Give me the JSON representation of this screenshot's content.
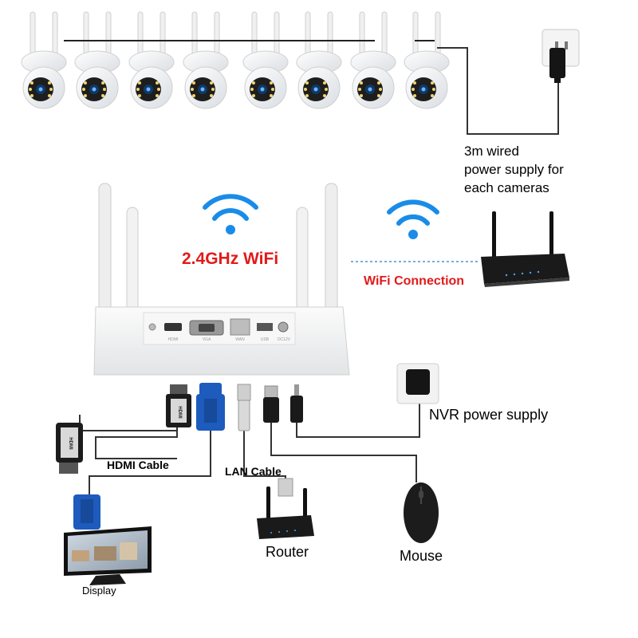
{
  "colors": {
    "wifi": "#1a8ce8",
    "red": "#e21a1a",
    "text": "#111111",
    "wire": "#333333",
    "vga_blue": "#1d5bbd"
  },
  "labels": {
    "wired_power_line1": "3m wired",
    "wired_power_line2": "power supply for",
    "wired_power_line3": "each cameras",
    "wifi_band": "2.4GHz WiFi",
    "wifi_connection": "WiFi Connection",
    "nvr_power": "NVR power supply",
    "hdmi_cable": "HDMI Cable",
    "lan_cable": "LAN Cable",
    "router": "Router",
    "mouse": "Mouse",
    "display": "Display"
  },
  "nvr_ports": [
    "HDMI",
    "VGA",
    "WAN",
    "USB",
    "DC12V"
  ],
  "connector_text": {
    "hdmi_plug": "HDMI"
  },
  "cameras": {
    "count": 8,
    "icon": "ptz-wifi-camera-icon"
  }
}
